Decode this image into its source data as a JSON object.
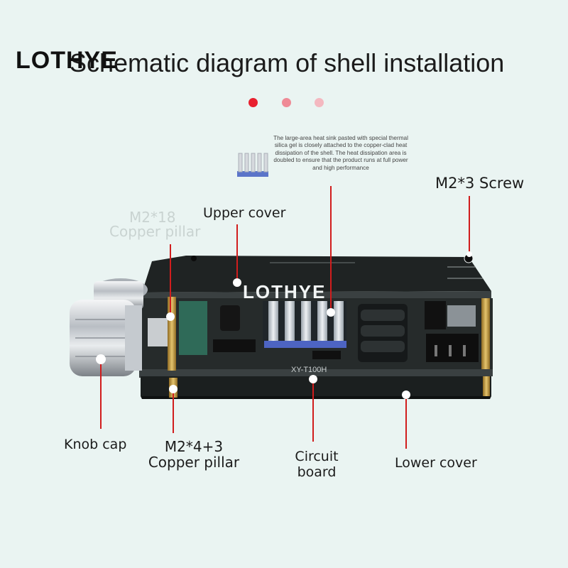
{
  "brand": "LOTHYE",
  "title": "Schematic diagram of shell installation",
  "dots": [
    "#e8202f",
    "#ef8a96",
    "#f4b8c0"
  ],
  "heatsink_note": "The large-area heat sink pasted with special thermal silica gel is closely attached to the copper-clad heat dissipation of the shell. The heat dissipation area is doubled to ensure that the product runs at full power and high performance",
  "watermark": "LOTHYE",
  "pcb_marking": "XY-T100H",
  "labels": {
    "m2x3_screw": "M2*3 Screw",
    "upper_cover": "Upper cover",
    "m2x18_line1": "M2*18",
    "m2x18_line2": "Copper pillar",
    "knob_cap": "Knob cap",
    "m2x4_line1": "M2*4+3",
    "m2x4_line2": "Copper pillar",
    "circuit_line1": "Circuit",
    "circuit_line2": "board",
    "lower_cover": "Lower cover"
  },
  "colors": {
    "leader": "#d11d1d",
    "background": "#eaf4f2",
    "cover": "#1f2323",
    "copper": "#c9a24a"
  }
}
